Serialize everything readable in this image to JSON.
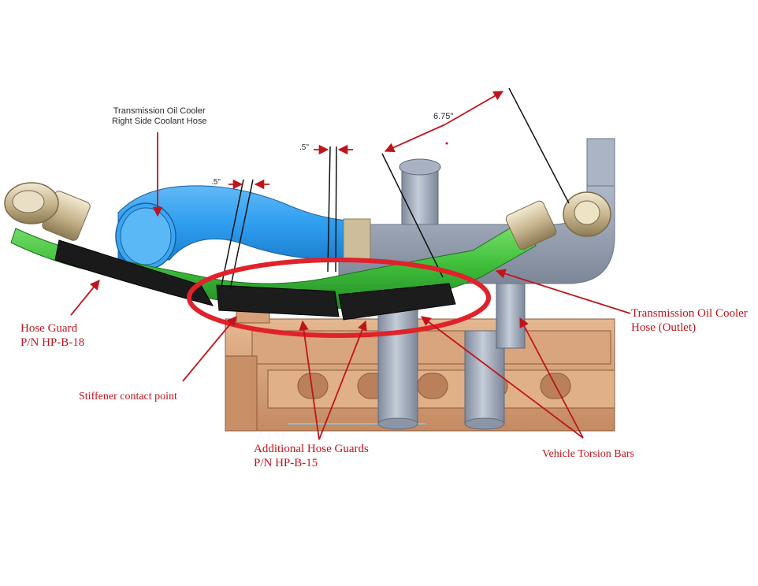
{
  "labels": {
    "coolant_hose_line1": "Transmission Oil Cooler",
    "coolant_hose_line2": "Right Side Coolant Hose",
    "dim_left": ".5\"",
    "dim_middle": ".5\"",
    "dim_right": "6.75\"",
    "hose_guard_line1": "Hose Guard",
    "hose_guard_line2": "P/N HP-B-18",
    "stiffener": "Stiffener contact point",
    "additional_guards_line1": "Additional Hose Guards",
    "additional_guards_line2": "P/N HP-B-15",
    "torsion_bars": "Vehicle Torsion Bars",
    "outlet_hose_line1": "Transmission Oil Cooler",
    "outlet_hose_line2": "Hose (Outlet)"
  },
  "colors": {
    "annotation_red": "#c0141c",
    "coolant_hose_blue": "#2f9ff0",
    "outlet_hose_green": "#3fbe3a",
    "hose_guard_black": "#1a1a1a",
    "frame_copper": "#d6a178",
    "torsion_bar_gray": "#9aa6b8",
    "fitting_brass": "#cdbd9a"
  }
}
